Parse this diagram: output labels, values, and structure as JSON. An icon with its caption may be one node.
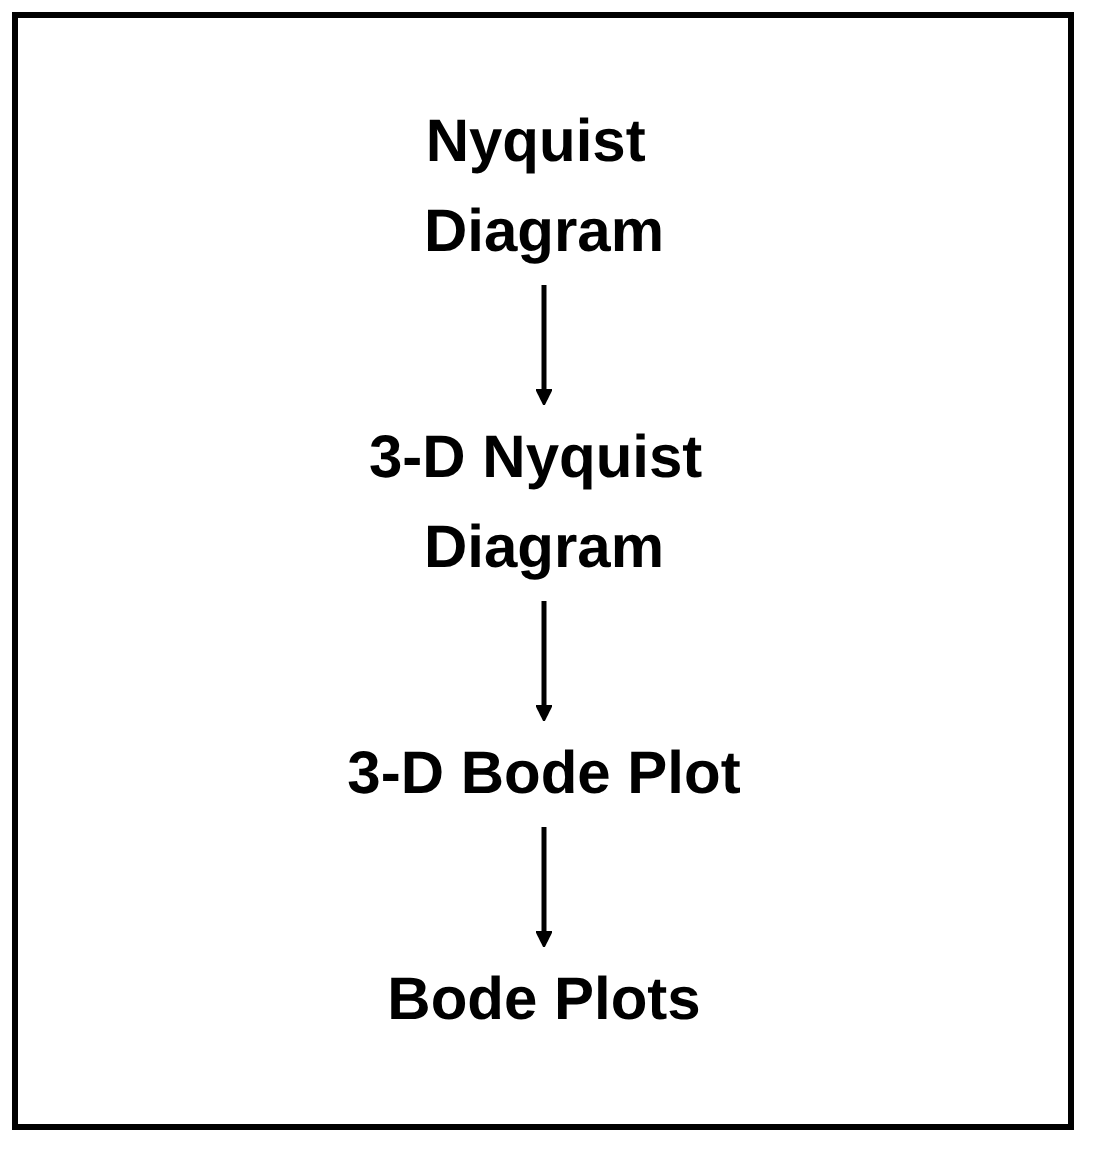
{
  "diagram": {
    "nodes": [
      {
        "text": [
          "Nyquist Diagram"
        ]
      },
      {
        "text": [
          "3-D Nyquist Diagram"
        ]
      },
      {
        "text": [
          "3-D Bode Plot"
        ]
      },
      {
        "text": [
          "Bode Plots"
        ]
      }
    ],
    "edges": [
      {
        "from": 0,
        "to": 1,
        "arrow": "to"
      },
      {
        "from": 1,
        "to": 2,
        "arrow": "to"
      },
      {
        "from": 2,
        "to": 3,
        "arrow": "to"
      }
    ]
  }
}
